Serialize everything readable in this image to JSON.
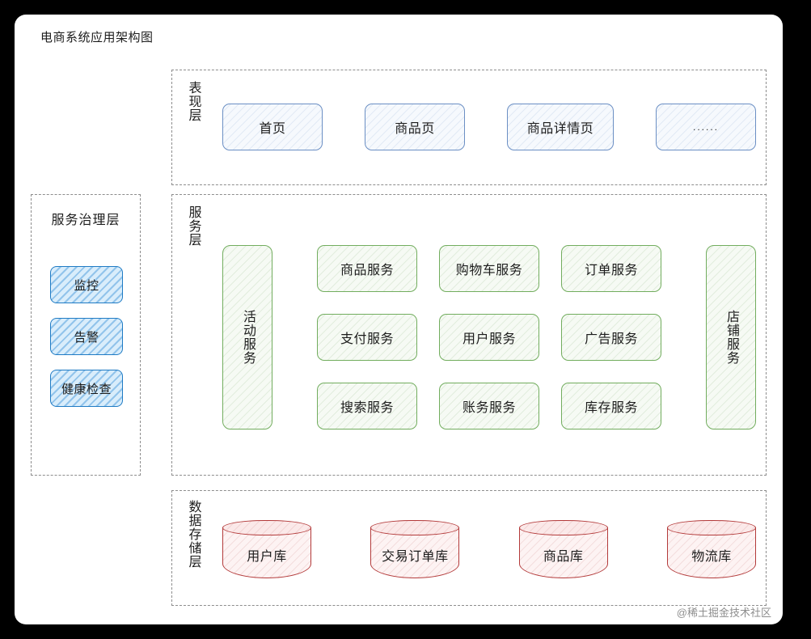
{
  "diagram": {
    "title": "电商系统应用架构图",
    "watermark": "@稀土掘金技术社区",
    "colors": {
      "presentation_border": "#6b8fc4",
      "governance_border": "#1f7bc4",
      "service_border": "#72ad5e",
      "data_border": "#b33a3a",
      "container_border": "#8d8d8d",
      "card_background": "#ffffff",
      "page_background": "#000000"
    }
  },
  "presentation_layer": {
    "label": "表现层",
    "items": [
      {
        "label": "首页"
      },
      {
        "label": "商品页"
      },
      {
        "label": "商品详情页"
      },
      {
        "label": "......"
      }
    ]
  },
  "governance_layer": {
    "title": "服务治理层",
    "items": [
      {
        "label": "监控"
      },
      {
        "label": "告警"
      },
      {
        "label": "健康检查"
      }
    ]
  },
  "service_layer": {
    "label": "服务层",
    "left_service": {
      "label": "活动服务"
    },
    "right_service": {
      "label": "店铺服务"
    },
    "grid": [
      {
        "label": "商品服务"
      },
      {
        "label": "购物车服务"
      },
      {
        "label": "订单服务"
      },
      {
        "label": "支付服务"
      },
      {
        "label": "用户服务"
      },
      {
        "label": "广告服务"
      },
      {
        "label": "搜索服务"
      },
      {
        "label": "账务服务"
      },
      {
        "label": "库存服务"
      }
    ]
  },
  "data_layer": {
    "label": "数据存储层",
    "items": [
      {
        "label": "用户库"
      },
      {
        "label": "交易订单库"
      },
      {
        "label": "商品库"
      },
      {
        "label": "物流库"
      }
    ]
  }
}
